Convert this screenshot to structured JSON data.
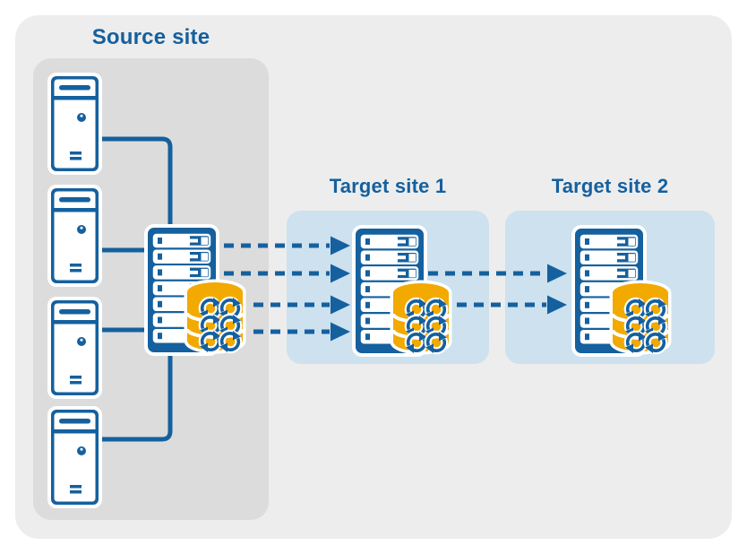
{
  "diagram": {
    "source_site": {
      "title": "Source site",
      "tower_server_count": 4
    },
    "target_site_1": {
      "title": "Target site 1"
    },
    "target_site_2": {
      "title": "Target site 2"
    },
    "replication": {
      "source_to_target1_arrows": 4,
      "target1_to_target2_arrows": 2
    }
  },
  "icons": {
    "tower_server": "tower-server-icon",
    "rack_server": "rack-server-icon",
    "database": "database-stack-icon",
    "sync": "sync-arrows-icon",
    "replication_arrow": "dashed-arrow-icon"
  },
  "colors": {
    "accent_blue": "#15609e",
    "accent_yellow": "#f2a900",
    "outer_bg": "#ededed",
    "source_panel_bg": "#dcdcdc",
    "target_panel_bg": "#cde1ee",
    "page_bg": "#ffffff"
  }
}
